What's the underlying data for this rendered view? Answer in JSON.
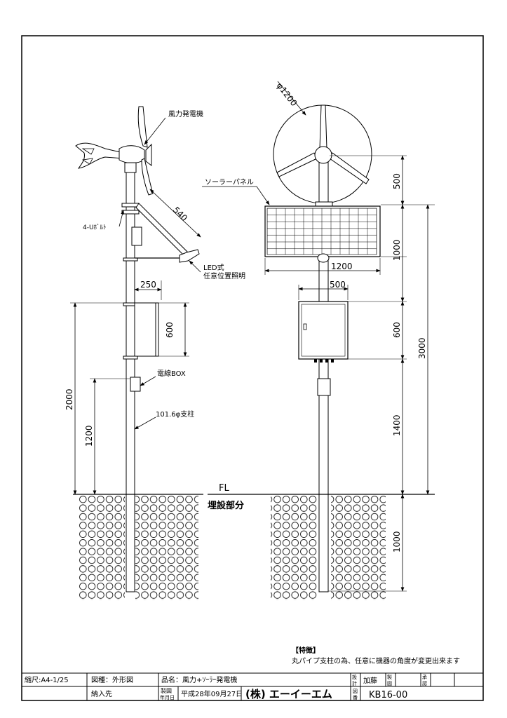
{
  "labels": {
    "wind_generator": "風力発電機",
    "u_bolt": "4-Uﾎﾞﾙﾄ",
    "led_line1": "LED式",
    "led_line2": "任意位置照明",
    "wire_box": "電線BOX",
    "pole": "101.6φ支柱",
    "solar_panel": "ソーラーパネル",
    "fl": "FL",
    "buried": "埋設部分"
  },
  "dims": {
    "d540": "540",
    "d250": "250",
    "d600_left": "600",
    "d2000": "2000",
    "d1200_left": "1200",
    "phi1200": "φ1200",
    "d500_top": "500",
    "d1000_panel": "1000",
    "d1200_panel": "1200",
    "d500_box": "500",
    "d600_right": "600",
    "d3000": "3000",
    "d1400": "1400",
    "d1000_buried": "1000"
  },
  "feature": {
    "title": "【特徴】",
    "text": "丸パイプ支柱の為、任意に機器の角度が変更出来ます"
  },
  "titleblock": {
    "scale": "縮尺:A4-1/25",
    "drawing_type": "図種：外形図",
    "product": "品名：風力+ｿｰﾗｰ発電機",
    "design_label_1": "設",
    "design_label_2": "計",
    "designer": "加藤",
    "drafting_label_1": "製",
    "drafting_label_2": "図",
    "approval_label_1": "承",
    "approval_label_2": "認",
    "delivery": "納入先",
    "date_label_1": "製図",
    "date_label_2": "年月日",
    "date": "平成28年09月27日",
    "company": "(株) エーイーエム",
    "number_label_1": "図",
    "number_label_2": "番",
    "number": "KB16-00"
  }
}
